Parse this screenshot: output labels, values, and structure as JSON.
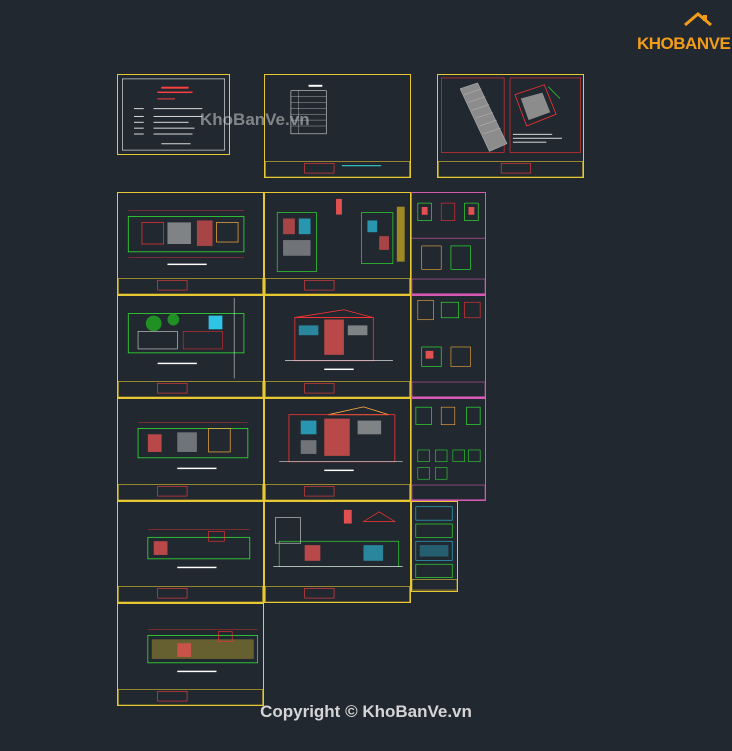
{
  "watermark": {
    "center_text": "KhoBanVe.vn",
    "copyright": "Copyright © KhoBanVe.vn"
  },
  "logo": {
    "part1": "KHO",
    "part2": "BANVE"
  },
  "colors": {
    "background": "#212830",
    "frame": "#e8c832",
    "frame_alt": "#d65ab4",
    "accent_orange": "#f39c1a",
    "line_green": "#33ff33",
    "line_red": "#ff3333",
    "line_cyan": "#33e6e6"
  },
  "sheets": [
    {
      "id": "cover",
      "kind": "cover"
    },
    {
      "id": "drawing-index",
      "kind": "table"
    },
    {
      "id": "site-plan",
      "kind": "site"
    },
    {
      "id": "plan-1",
      "kind": "plan"
    },
    {
      "id": "elevation-1",
      "kind": "elevation"
    },
    {
      "id": "detail-1",
      "kind": "detail"
    },
    {
      "id": "plan-2",
      "kind": "plan"
    },
    {
      "id": "section-1",
      "kind": "section"
    },
    {
      "id": "detail-2",
      "kind": "detail"
    },
    {
      "id": "plan-3",
      "kind": "plan"
    },
    {
      "id": "section-2",
      "kind": "section"
    },
    {
      "id": "detail-3",
      "kind": "detail"
    },
    {
      "id": "plan-4",
      "kind": "plan"
    },
    {
      "id": "section-3",
      "kind": "section"
    },
    {
      "id": "detail-4",
      "kind": "detail"
    },
    {
      "id": "plan-5",
      "kind": "plan"
    }
  ]
}
